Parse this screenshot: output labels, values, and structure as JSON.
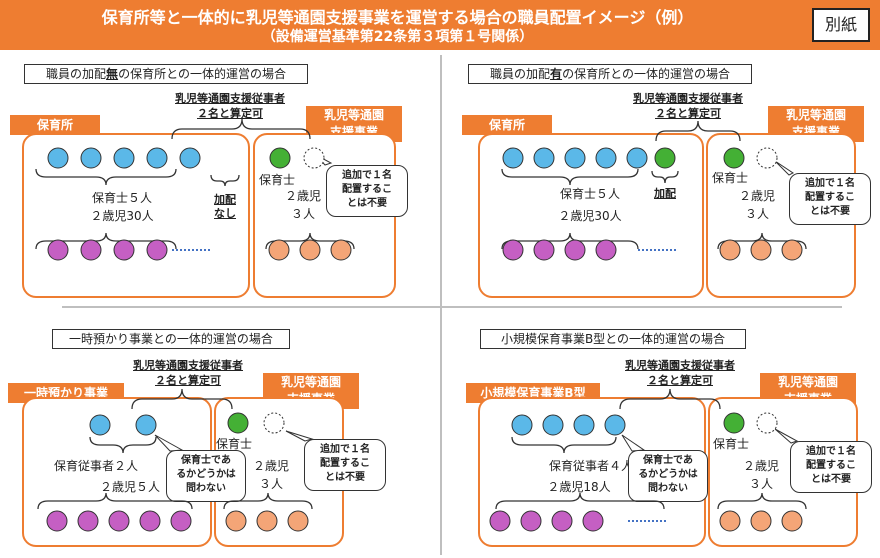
{
  "header": {
    "title": "保育所等と一体的に乳児等通園支援事業を運営する場合の職員配置イメージ（例）",
    "subtitle": "（設備運営基準第22条第３項第１号関係）",
    "badge": "別紙"
  },
  "colors": {
    "orange": "#ee7d31",
    "blue": "#5bb8e8",
    "green": "#44b035",
    "purple": "#c55fc3",
    "peach": "#f4a577",
    "dots": "#4472c4"
  },
  "quadrants": [
    {
      "label": "職員の加配無の保育所との一体的運営の場合",
      "label_pre": "職員の加配",
      "label_key": "無",
      "label_post": "の保育所との一体的運営の場合",
      "group_line1": "乳児等通園支援従事者",
      "group_line2": "２名と算定可",
      "left_tag": "保育所",
      "right_tag_line1": "乳児等通園",
      "right_tag_line2": "支援事業",
      "left_staff": "保育士５人",
      "left_children": "２歳児30人",
      "kahai_line1": "加配",
      "kahai_line2": "なし",
      "right_staff": "保育士",
      "right_children_line1": "２歳児",
      "right_children_line2": "３人",
      "bubble_line1": "追加で１名",
      "bubble_line2": "配置するこ",
      "bubble_line3": "とは不要"
    },
    {
      "label": "職員の加配有の保育所との一体的運営の場合",
      "label_pre": "職員の加配",
      "label_key": "有",
      "label_post": "の保育所との一体的運営の場合",
      "group_line1": "乳児等通園支援従事者",
      "group_line2": "２名と算定可",
      "left_tag": "保育所",
      "right_tag_line1": "乳児等通園",
      "right_tag_line2": "支援事業",
      "left_staff": "保育士５人",
      "left_children": "２歳児30人",
      "kahai_line1": "加配",
      "right_staff": "保育士",
      "right_children_line1": "２歳児",
      "right_children_line2": "３人",
      "bubble_line1": "追加で１名",
      "bubble_line2": "配置するこ",
      "bubble_line3": "とは不要"
    },
    {
      "label": "一時預かり事業との一体的運営の場合",
      "group_line1": "乳児等通園支援従事者",
      "group_line2": "２名と算定可",
      "left_tag": "一時預かり事業",
      "right_tag_line1": "乳児等通園",
      "right_tag_line2": "支援事業",
      "left_staff": "保育従事者２人",
      "left_children": "２歳児５人",
      "note_line1": "保育士であ",
      "note_line2": "るかどうかは",
      "note_line3": "問わない",
      "right_staff": "保育士",
      "right_children_line1": "２歳児",
      "right_children_line2": "３人",
      "bubble_line1": "追加で１名",
      "bubble_line2": "配置するこ",
      "bubble_line3": "とは不要"
    },
    {
      "label": "小規模保育事業B型との一体的運営の場合",
      "group_line1": "乳児等通園支援従事者",
      "group_line2": "２名と算定可",
      "left_tag": "小規模保育事業B型",
      "right_tag_line1": "乳児等通園",
      "right_tag_line2": "支援事業",
      "left_staff": "保育従事者４人",
      "left_children": "２歳児18人",
      "note_line1": "保育士であ",
      "note_line2": "るかどうかは",
      "note_line3": "問わない",
      "right_staff": "保育士",
      "right_children_line1": "２歳児",
      "right_children_line2": "３人",
      "bubble_line1": "追加で１名",
      "bubble_line2": "配置するこ",
      "bubble_line3": "とは不要"
    }
  ]
}
